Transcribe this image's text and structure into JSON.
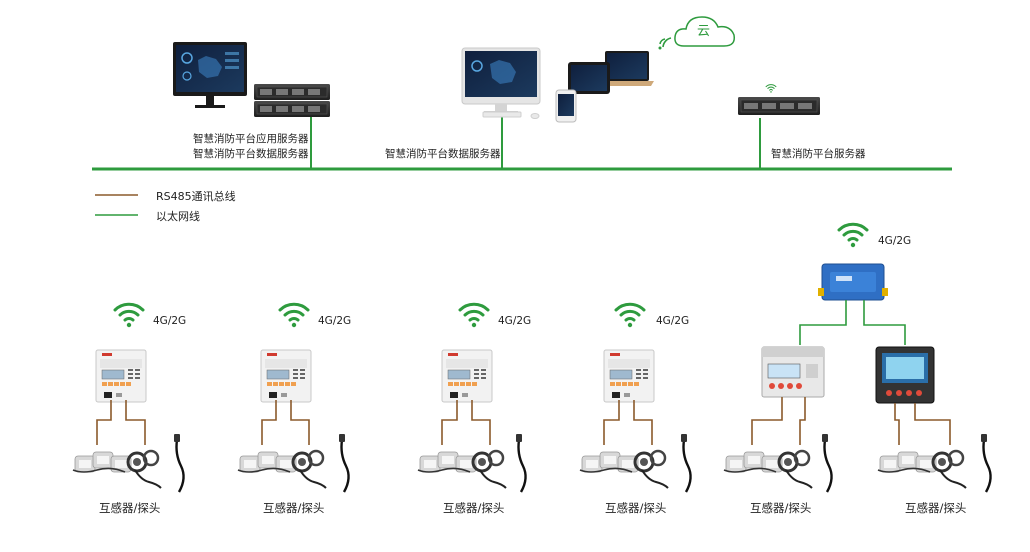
{
  "cloud": {
    "label": "云"
  },
  "servers": {
    "left_label_1": "智慧消防平台应用服务器",
    "left_label_2": "智慧消防平台数据服务器",
    "center_label": "智慧消防平台数据服务器",
    "right_label": "智慧消防平台服务器"
  },
  "legend": {
    "rs485": "RS485通讯总线",
    "ethernet": "以太网线",
    "rs485_color": "#8b5a2b",
    "ethernet_color": "#2e9b3e"
  },
  "signals": {
    "g1": "4G/2G",
    "g2": "4G/2G",
    "g3": "4G/2G",
    "g4": "4G/2G",
    "gateway": "4G/2G"
  },
  "sensors": {
    "s1": "互感器/探头",
    "s2": "互感器/探头",
    "s3": "互感器/探头",
    "s4": "互感器/探头",
    "s5": "互感器/探头",
    "s6": "互感器/探头"
  },
  "colors": {
    "accent_green": "#2e9b3e",
    "gateway_blue": "#2f6fc4",
    "monitor_dark": "#13203a"
  }
}
